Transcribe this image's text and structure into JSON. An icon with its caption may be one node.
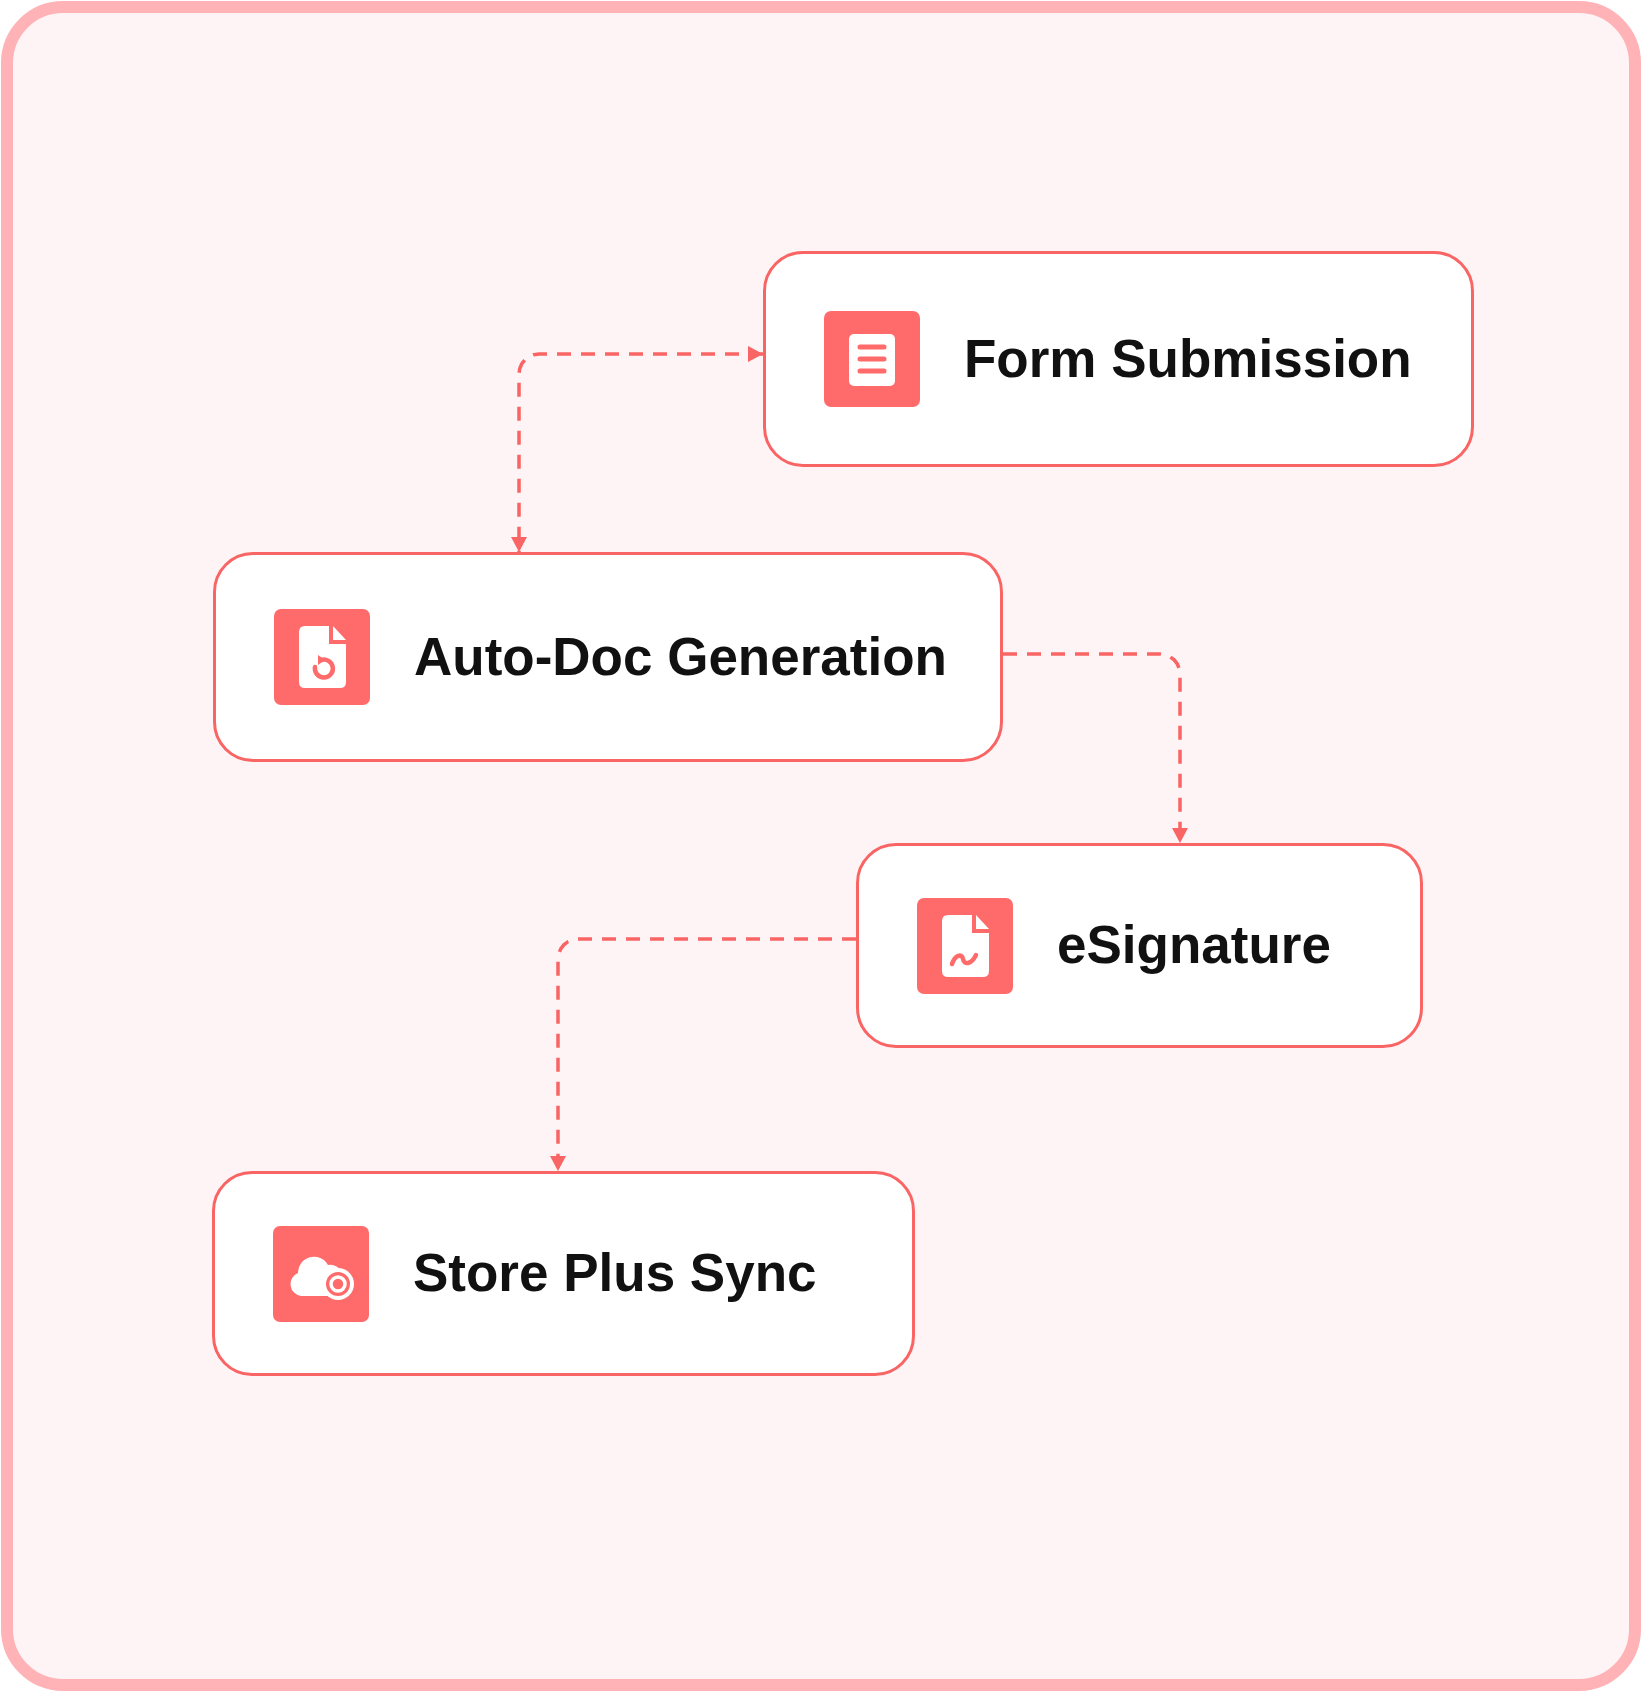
{
  "diagram": {
    "nodes": [
      {
        "text": [
          "Form Submission"
        ]
      },
      {
        "text": [
          "Auto-Doc Generation"
        ]
      },
      {
        "text": [
          "eSignature"
        ]
      },
      {
        "text": [
          "Store Plus Sync"
        ]
      }
    ],
    "edges": [
      {
        "from": 0,
        "to": 1,
        "arrow": "both",
        "style": "dashed"
      },
      {
        "from": 1,
        "to": 2,
        "arrow": "to",
        "style": "dashed"
      },
      {
        "from": 2,
        "to": 3,
        "arrow": "to",
        "style": "dashed"
      }
    ]
  }
}
